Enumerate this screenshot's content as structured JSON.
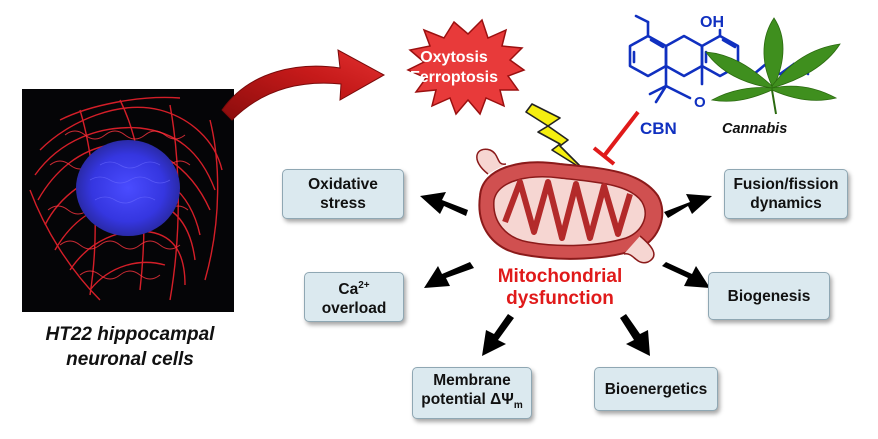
{
  "cell_caption": {
    "line1": "HT22 hippocampal",
    "line2": "neuronal cells"
  },
  "trigger": {
    "line1": "Oxytosis",
    "line2": "Ferroptosis"
  },
  "compound": {
    "name": "CBN",
    "oh": "OH",
    "o": "O"
  },
  "source": {
    "name": "Cannabis"
  },
  "center": {
    "line1": "Mitochondrial",
    "line2": "dysfunction"
  },
  "outcomes": {
    "oxidative_stress": {
      "line1": "Oxidative",
      "line2": "stress"
    },
    "ca_overload": {
      "ca": "Ca",
      "charge": "2+",
      "line2": "overload"
    },
    "membrane_potential": {
      "line1": "Membrane",
      "line2": "potential ΔΨ",
      "sub": "m"
    },
    "bioenergetics": {
      "label": "Bioenergetics"
    },
    "biogenesis": {
      "label": "Biogenesis"
    },
    "fusion_fission": {
      "line1": "Fusion/fission",
      "line2": "dynamics"
    }
  },
  "colors": {
    "accent_red": "#e01a1a",
    "burst": "#e83a3a",
    "molecule_blue": "#1030c0",
    "box_fill": "#dbe9ef",
    "leaf_green": "#3f8f1e",
    "bolt_yellow": "#f5ee10"
  }
}
